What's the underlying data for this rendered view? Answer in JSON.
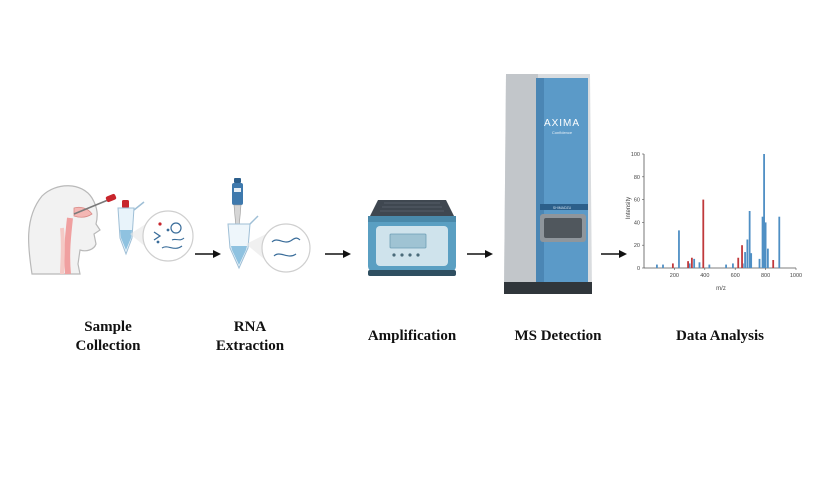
{
  "steps": [
    {
      "label": "Sample\nCollection"
    },
    {
      "label": "RNA\nExtraction"
    },
    {
      "label": "Amplification"
    },
    {
      "label": "MS Detection"
    },
    {
      "label": "Data Analysis"
    }
  ],
  "instrument": {
    "brand": "AXIMA",
    "sub": "Confidence",
    "panel": "SHIMADZU"
  },
  "colors": {
    "instrument_blue": "#5b9ac8",
    "bar_blue": "#4f8fc4",
    "bar_red": "#c0393b",
    "tube_red": "#c8252c"
  },
  "chart_data": {
    "type": "bar",
    "xlabel": "m/z",
    "ylabel": "Intensity",
    "xlim": [
      0,
      1000
    ],
    "ylim": [
      0,
      100
    ],
    "xticks": [
      200,
      400,
      600,
      800,
      1000
    ],
    "yticks": [
      0,
      20,
      40,
      60,
      80,
      100
    ],
    "series": [
      {
        "color": "blue",
        "points": [
          [
            85,
            3
          ],
          [
            125,
            3
          ],
          [
            230,
            33
          ],
          [
            300,
            4
          ],
          [
            330,
            8
          ],
          [
            365,
            5
          ],
          [
            430,
            3
          ],
          [
            540,
            3
          ],
          [
            585,
            4
          ],
          [
            650,
            4
          ],
          [
            665,
            14
          ],
          [
            680,
            25
          ],
          [
            695,
            50
          ],
          [
            705,
            13
          ],
          [
            760,
            8
          ],
          [
            780,
            45
          ],
          [
            790,
            100
          ],
          [
            800,
            40
          ],
          [
            815,
            17
          ],
          [
            890,
            45
          ]
        ]
      },
      {
        "color": "red",
        "points": [
          [
            190,
            4
          ],
          [
            290,
            6
          ],
          [
            315,
            9
          ],
          [
            390,
            60
          ],
          [
            620,
            9
          ],
          [
            645,
            20
          ],
          [
            850,
            7
          ]
        ]
      }
    ]
  }
}
